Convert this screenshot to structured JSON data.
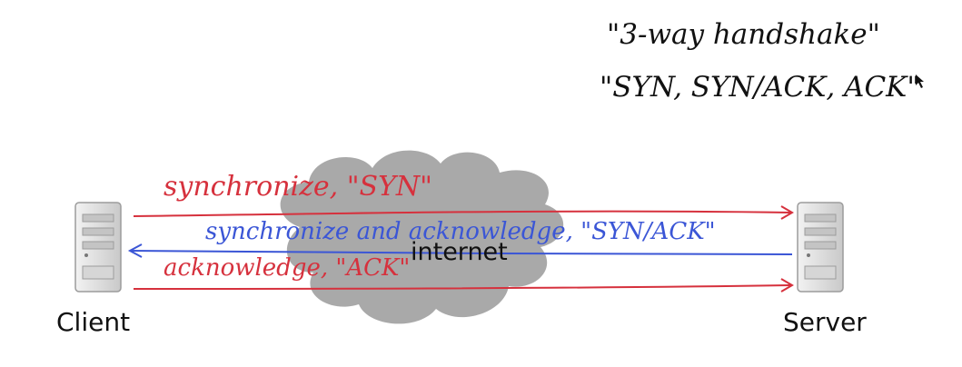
{
  "diagram": {
    "title_note": "\"3-way handshake\"",
    "subtitle_note": "\"SYN, SYN/ACK, ACK\"",
    "cloud_label": "internet",
    "client_label": "Client",
    "server_label": "Server",
    "messages": [
      {
        "text": "synchronize, \"SYN\"",
        "direction": "client-to-server",
        "color": "#d6313d"
      },
      {
        "text": "synchronize and acknowledge, \"SYN/ACK\"",
        "direction": "server-to-client",
        "color": "#3b56d6"
      },
      {
        "text": "acknowledge, \"ACK\"",
        "direction": "client-to-server",
        "color": "#d6313d"
      }
    ],
    "colors": {
      "red": "#d6313d",
      "blue": "#3b56d6",
      "cloud": "#9a9a9a",
      "server_body": "#d9d9d9"
    },
    "icons": [
      "server-icon",
      "cloud-icon"
    ]
  }
}
